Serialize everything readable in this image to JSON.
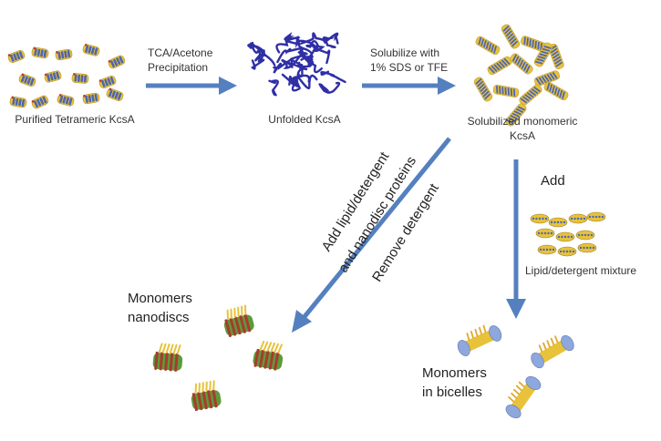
{
  "diagram": {
    "colors": {
      "arrow": "#5580bf",
      "unfolded_coil": "#2f2fa6",
      "helix_blue": "#4d66b3",
      "lipid_yellow": "#e8c23a",
      "nanodisc_red": "#a93b2c",
      "nanodisc_green": "#5e9a3c",
      "bicelle_blue": "#8ea7dc"
    },
    "labels": {
      "purified": "Purified Tetrameric KcsA",
      "step1_line1": "TCA/Acetone",
      "step1_line2": "Precipitation",
      "unfolded": "Unfolded KcsA",
      "step2_line1": "Solubilize with",
      "step2_line2": "1% SDS or TFE",
      "solubilized_line1": "Solubilized monomeric",
      "solubilized_line2": "KcsA",
      "add_lipid_line1": "Add lipid/detergent",
      "add_lipid_line2": "and nanodisc proteins",
      "remove_detergent": "Remove detergent",
      "add": "Add",
      "lipid_mixture": "Lipid/detergent mixture",
      "nanodiscs_line1": "Monomers",
      "nanodiscs_line2": "nanodiscs",
      "bicelles_line1": "Monomers",
      "bicelles_line2": "in bicelles"
    },
    "icons": {
      "tetramer": "kcsa-tetramer-icon",
      "unfolded": "unfolded-protein-icon",
      "monomer": "kcsa-monomer-icon",
      "micelle": "lipid-micelle-icon",
      "nanodisc": "nanodisc-icon",
      "bicelle": "bicelle-icon"
    }
  }
}
